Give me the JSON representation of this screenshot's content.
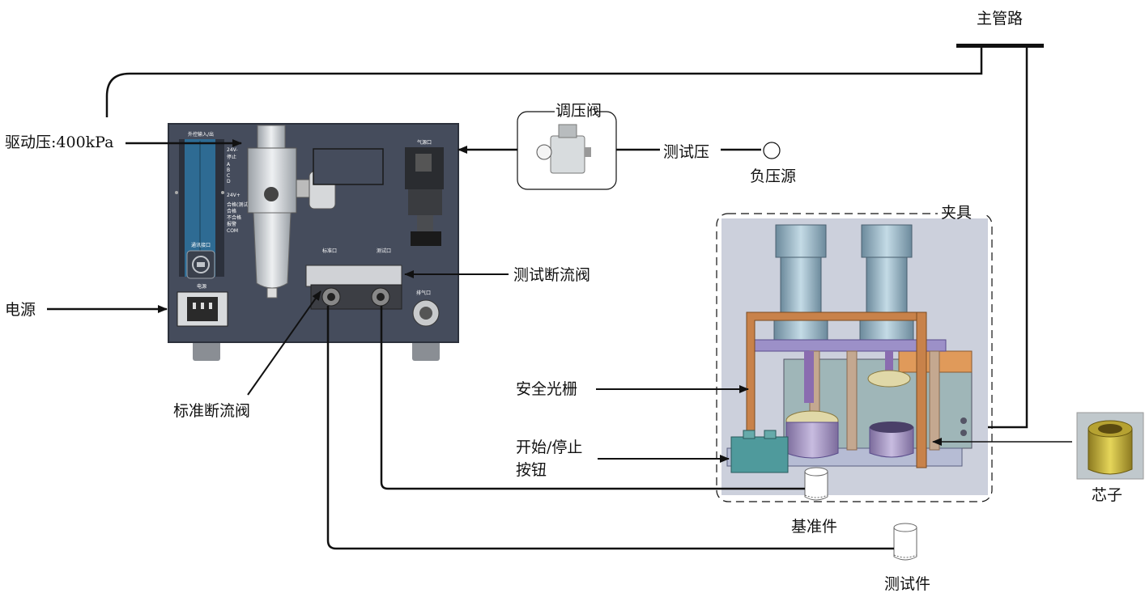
{
  "labels": {
    "main_pipe": "主管路",
    "drive_pressure": "驱动压:400kPa",
    "pressure_regulator": "调压阀",
    "test_pressure": "测试压",
    "vacuum_source": "负压源",
    "fixture": "夹具",
    "test_shutoff_valve": "测试断流阀",
    "power": "电源",
    "standard_shutoff_valve": "标准断流阀",
    "safety_light_curtain": "安全光栅",
    "start_stop_line1": "开始/停止",
    "start_stop_line2": "按钮",
    "reference_part": "基准件",
    "test_part": "测试件",
    "core": "芯子"
  },
  "panel_text": {
    "io_port": "外控输入/出",
    "v24_a": "24V-",
    "stop": "停止",
    "a": "A",
    "b": "B",
    "c": "C",
    "d": "D",
    "v24_b": "24V+",
    "pass_fail": "合格(测试)",
    "ok": "合格",
    "ng": "不合格",
    "alarm": "报警",
    "com": "COM",
    "comm_port": "通讯接口",
    "power_port": "电源",
    "air_inlet": "气源口",
    "std_port": "标准口",
    "test_port": "测试口",
    "exhaust": "排气口"
  },
  "colors": {
    "line": "#111111",
    "panel": "#454c5c",
    "panel_dark": "#2c313c",
    "io_blue": "#2e6b93",
    "fixture_bg": "#ccd0dc",
    "frame_orange": "#c8824a",
    "core_gold": "#c8b440"
  }
}
